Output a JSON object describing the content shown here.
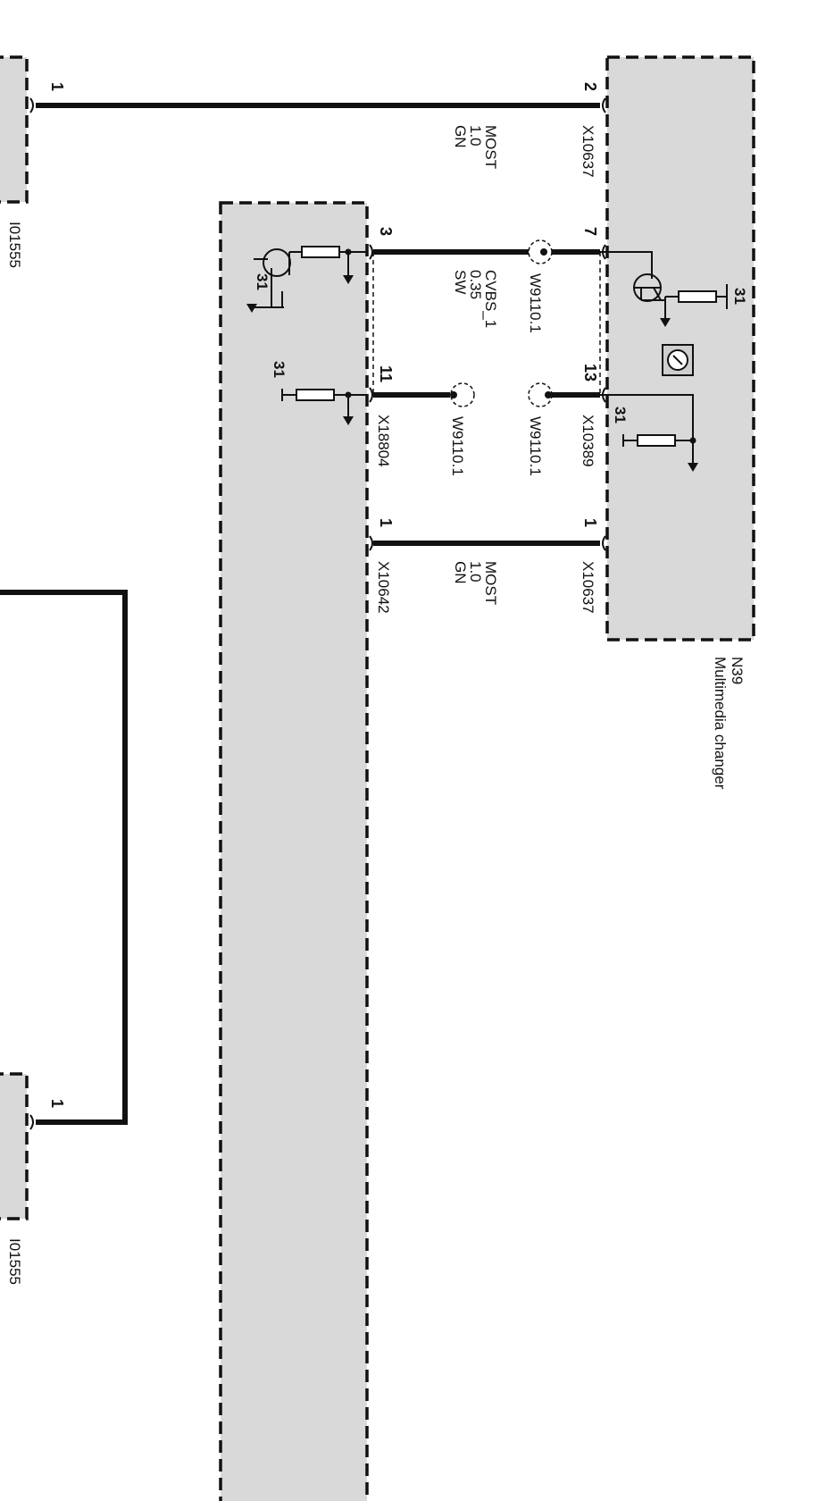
{
  "modules": {
    "n39": {
      "id": "N39",
      "name": "Multimedia changer"
    },
    "ref_top": {
      "id": "I01555"
    },
    "ref_bottom": {
      "id": "I01555"
    }
  },
  "connectors": {
    "x10637_top": "X10637",
    "x10637_bottom": "X10637",
    "x10389": "X10389",
    "x18804": "X18804",
    "x10642": "X10642"
  },
  "pins": {
    "ref_top_pin": "1",
    "ref_bottom_pin": "1",
    "n39_pin_2": "2",
    "n39_pin_7": "7",
    "n39_pin_13": "13",
    "n39_pin_1": "1",
    "mid_pin_3": "3",
    "mid_pin_11": "11",
    "mid_pin_1": "1"
  },
  "wires": {
    "most_top": {
      "signal": "MOST",
      "size": "1.0",
      "color": "GN"
    },
    "cvbs": {
      "signal": "CVBS_1",
      "size": "0.35",
      "color": "SW"
    },
    "most_bottom": {
      "signal": "MOST",
      "size": "1.0",
      "color": "GN"
    }
  },
  "splices": {
    "s1": "W9110.1",
    "s2": "W9110.1",
    "s3": "W9110.1"
  },
  "grounds": {
    "g1": "31",
    "g2": "31",
    "g3": "31",
    "g4": "31"
  },
  "colors": {
    "module_fill": "#d9d9d9",
    "line": "#111111"
  }
}
